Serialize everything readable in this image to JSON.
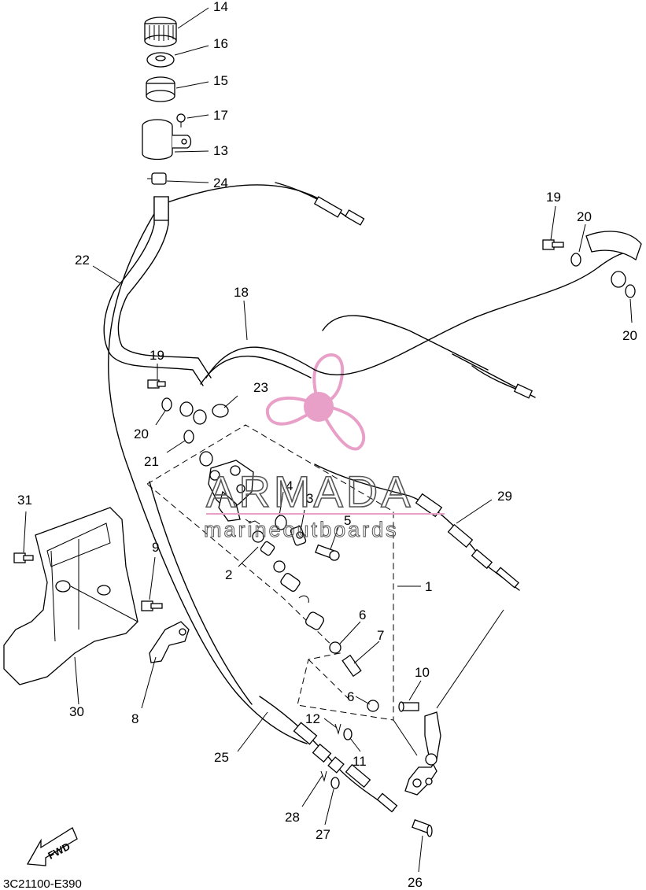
{
  "diagram_code": "3C21100-E390",
  "fwd_label": "FWD",
  "watermark": {
    "title": "ARMADA",
    "subtitle": "marineoutboards",
    "color": "#e8a0c8"
  },
  "parts": {
    "p1": "1",
    "p2": "2",
    "p3": "3",
    "p4": "4",
    "p5": "5",
    "p6": "6",
    "p7": "7",
    "p8": "8",
    "p9": "9",
    "p10": "10",
    "p11": "11",
    "p12": "12",
    "p13": "13",
    "p14": "14",
    "p15": "15",
    "p16": "16",
    "p17": "17",
    "p18": "18",
    "p19": "19",
    "p20": "20",
    "p21": "21",
    "p22": "22",
    "p23": "23",
    "p24": "24",
    "p25": "25",
    "p26": "26",
    "p27": "27",
    "p28": "28",
    "p29": "29",
    "p30": "30",
    "p31": "31"
  }
}
